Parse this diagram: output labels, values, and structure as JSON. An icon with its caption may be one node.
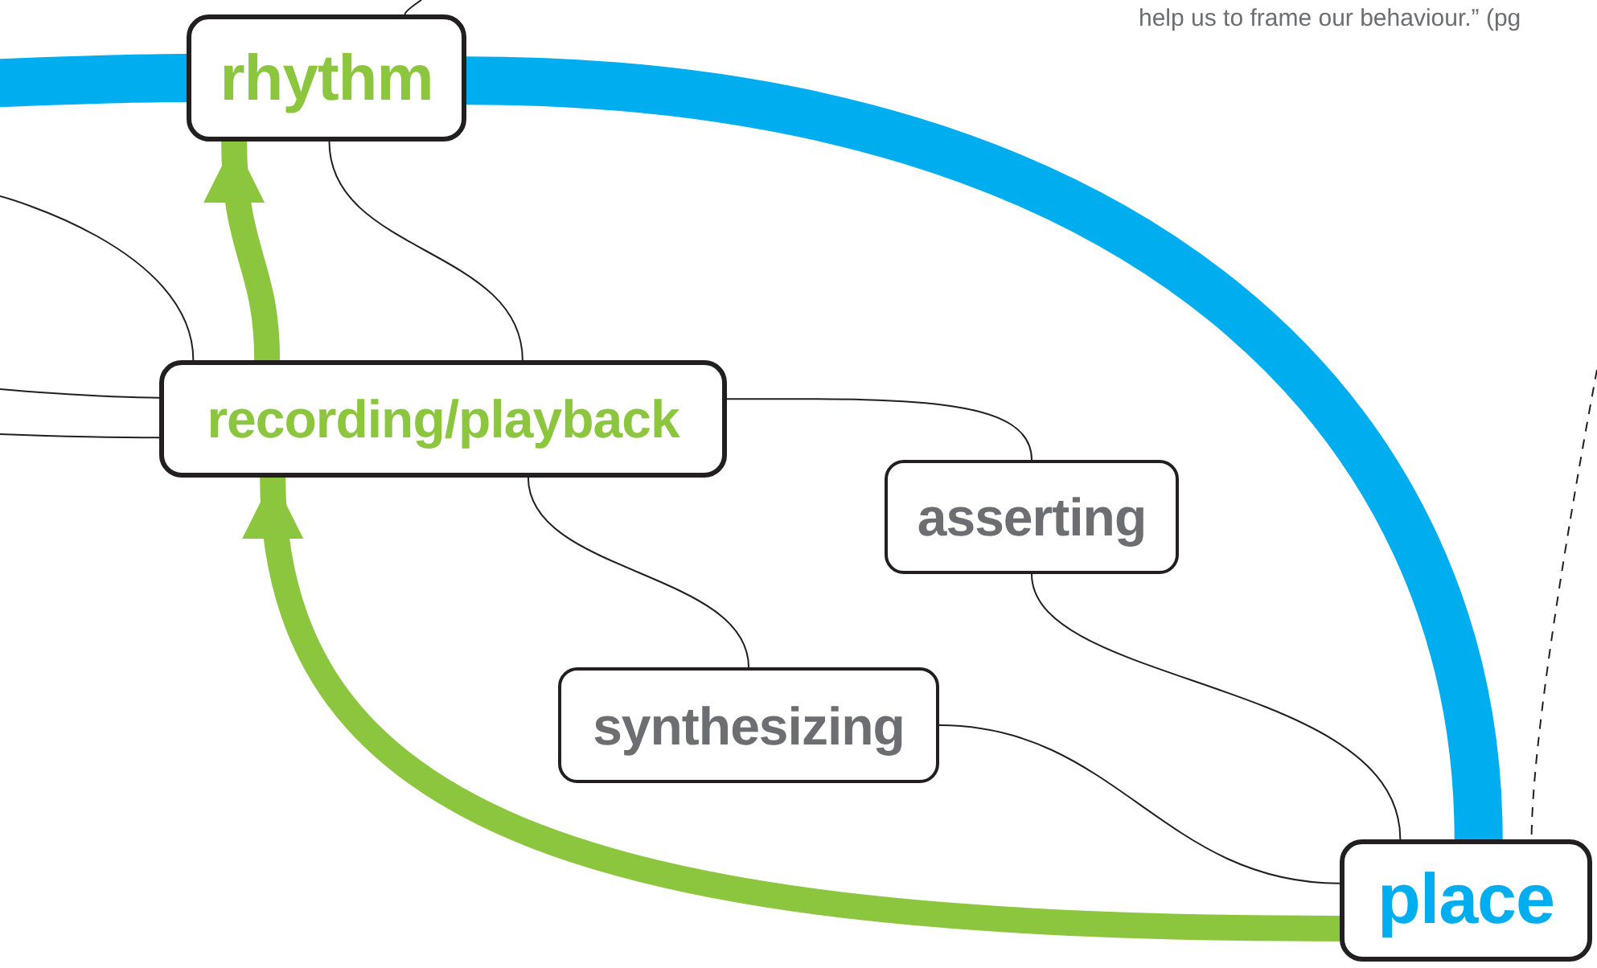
{
  "diagram": {
    "nodes": [
      {
        "text": [
          "rhythm"
        ]
      },
      {
        "text": [
          "recording/playback"
        ]
      },
      {
        "text": [
          "asserting"
        ]
      },
      {
        "text": [
          "synthesizing"
        ]
      },
      {
        "text": [
          "place"
        ]
      }
    ],
    "edges": [
      {
        "from": null,
        "to": 0,
        "arrow": "none",
        "style": "thick",
        "color": "#00adef"
      },
      {
        "from": 0,
        "to": 4,
        "arrow": "none",
        "style": "thick",
        "color": "#00adef"
      },
      {
        "from": 1,
        "to": 0,
        "arrow": "to",
        "style": "thick",
        "color": "#8cc63f"
      },
      {
        "from": 4,
        "to": 1,
        "arrow": "to",
        "style": "thick",
        "color": "#8cc63f"
      },
      {
        "from": null,
        "to": 1,
        "arrow": "none"
      },
      {
        "from": null,
        "to": 1,
        "arrow": "none"
      },
      {
        "from": null,
        "to": 1,
        "arrow": "none"
      },
      {
        "from": 0,
        "to": 1,
        "arrow": "none"
      },
      {
        "from": 1,
        "to": 2,
        "arrow": "none"
      },
      {
        "from": 1,
        "to": 3,
        "arrow": "none"
      },
      {
        "from": 2,
        "to": 4,
        "arrow": "none"
      },
      {
        "from": 3,
        "to": 4,
        "arrow": "none"
      },
      {
        "from": null,
        "to": 4,
        "arrow": "none",
        "style": "dashed"
      },
      {
        "from": null,
        "to": 0,
        "arrow": "none"
      }
    ],
    "labels": [
      "help us to frame our behaviour.” (pg"
    ]
  }
}
